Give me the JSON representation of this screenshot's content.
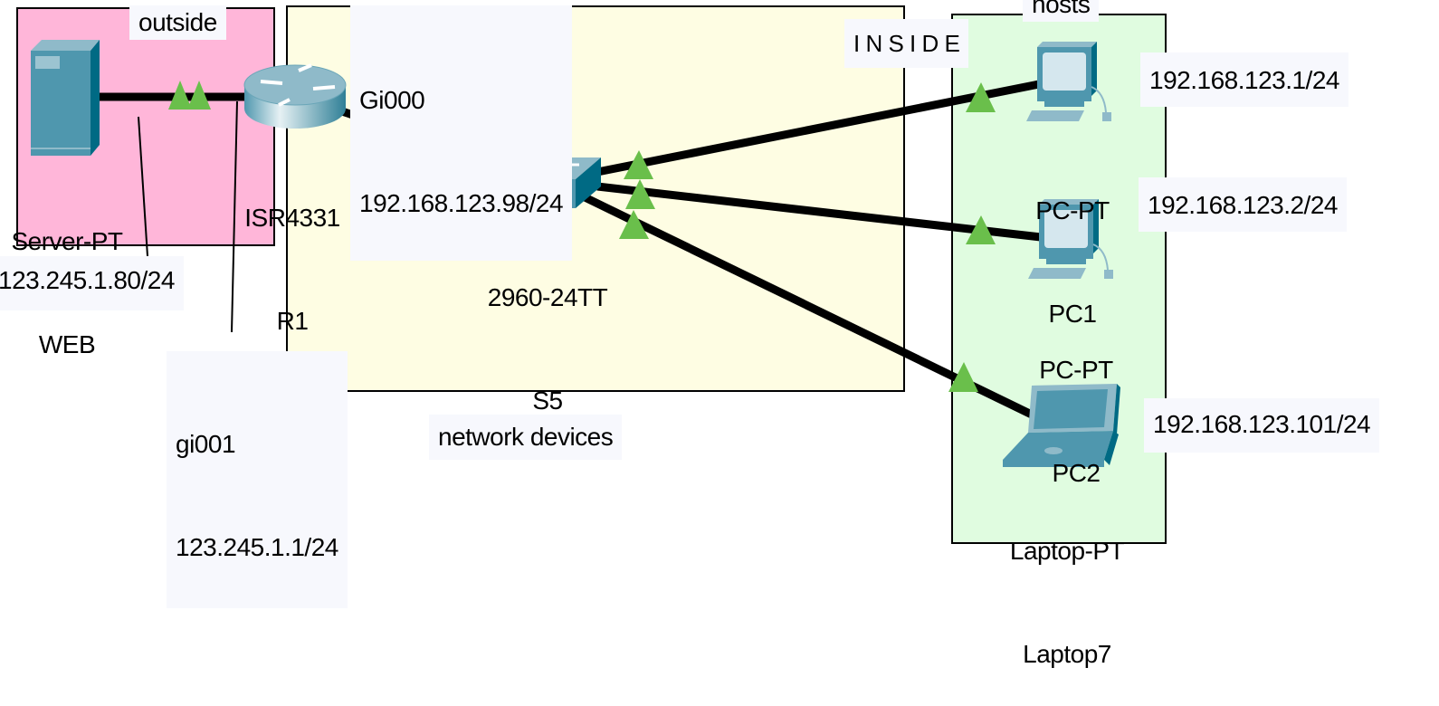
{
  "areas": {
    "outside": {
      "title": "outside",
      "color": "#ffb6d9"
    },
    "network_devices": {
      "title": "network devices",
      "color": "#fefde3"
    },
    "hosts": {
      "title": "hosts",
      "color": "#e0fce0"
    }
  },
  "notes": {
    "inside": "I N S I D E",
    "gi000_iface": "Gi000",
    "gi000_ip": "192.168.123.98/24",
    "gi001_iface": "gi001",
    "gi001_ip": "123.245.1.1/24",
    "web_ip": "123.245.1.80/24",
    "pc1_ip": "192.168.123.1/24",
    "pc2_ip": "192.168.123.2/24",
    "laptop_ip": "192.168.123.101/24"
  },
  "devices": {
    "server": {
      "model": "Server-PT",
      "name": "WEB",
      "icon": "server-icon"
    },
    "router": {
      "model": "ISR4331",
      "name": "R1",
      "icon": "router-icon"
    },
    "switch": {
      "model": "2960-24TT",
      "name": "S5",
      "icon": "switch-icon"
    },
    "pc1": {
      "model": "PC-PT",
      "name": "PC1",
      "icon": "pc-icon"
    },
    "pc2": {
      "model": "PC-PT",
      "name": "PC2",
      "icon": "pc-icon"
    },
    "laptop": {
      "model": "Laptop-PT",
      "name": "Laptop7",
      "icon": "laptop-icon"
    }
  },
  "links": [
    {
      "from": "WEB",
      "to": "R1",
      "status": "up"
    },
    {
      "from": "R1",
      "to": "S5",
      "status": "up"
    },
    {
      "from": "S5",
      "to": "PC1",
      "status": "up"
    },
    {
      "from": "S5",
      "to": "PC2",
      "status": "up"
    },
    {
      "from": "S5",
      "to": "Laptop7",
      "status": "up"
    }
  ],
  "colors": {
    "link": "#000000",
    "link_up": "#6abf4b",
    "device": "#4f97ae",
    "device_dark": "#006a84",
    "label_bg": "#f7f8fd"
  }
}
